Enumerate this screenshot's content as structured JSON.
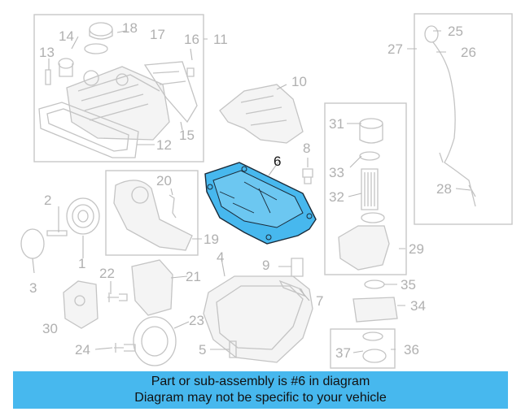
{
  "labels": {
    "l1": "1",
    "l2": "2",
    "l3": "3",
    "l4": "4",
    "l5": "5",
    "l6": "6",
    "l7": "7",
    "l8": "8",
    "l9": "9",
    "l10": "10",
    "l11": "11",
    "l12": "12",
    "l13": "13",
    "l14": "14",
    "l15": "15",
    "l16": "16",
    "l17": "17",
    "l18": "18",
    "l19": "19",
    "l20": "20",
    "l21": "21",
    "l22": "22",
    "l23": "23",
    "l24": "24",
    "l25": "25",
    "l26": "26",
    "l27": "27",
    "l28": "28",
    "l29": "29",
    "l30": "30",
    "l31": "31",
    "l32": "32",
    "l33": "33",
    "l34": "34",
    "l35": "35",
    "l36": "36",
    "l37": "37"
  },
  "banner": {
    "line1": "Part or sub-assembly is #6 in diagram",
    "line2": "Diagram may not be specific to your vehicle"
  },
  "colors": {
    "highlight_part": "#47b8ee",
    "banner_bg": "#47b8ee",
    "inactive_line": "#c4c4c4"
  }
}
